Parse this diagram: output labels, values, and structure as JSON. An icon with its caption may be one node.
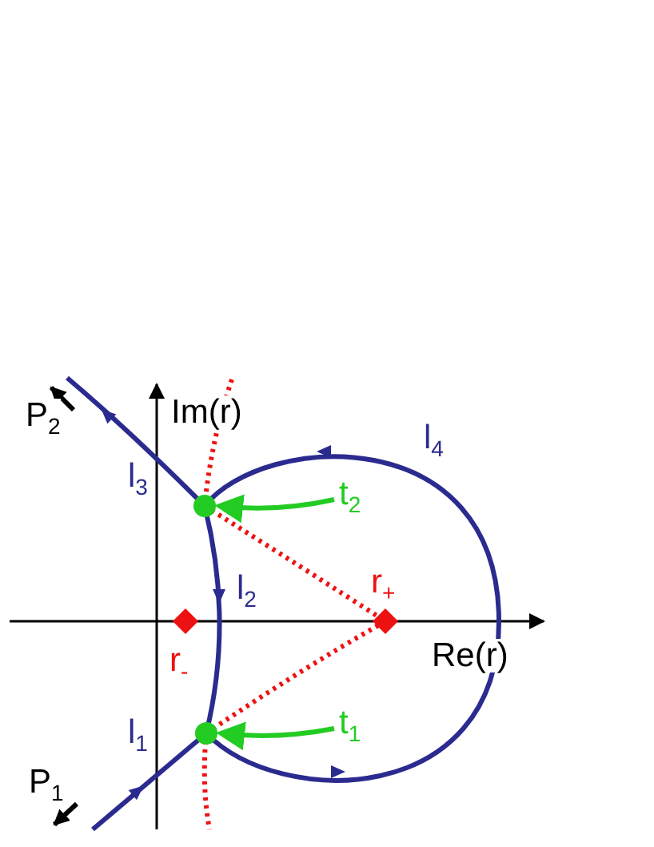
{
  "diagram": {
    "nodes": [
      {
        "text": [
          "t$_{2}$"
        ]
      },
      {
        "text": [],
        "shape": "circle"
      },
      {
        "text": [
          "t$_{1}$"
        ]
      },
      {
        "text": [],
        "shape": "circle"
      }
    ],
    "edges": [
      {
        "from": 0,
        "to": 1,
        "arrow": "to"
      },
      {
        "from": 2,
        "to": 3,
        "arrow": "to"
      }
    ],
    "labels": [
      "P$_{2}$",
      "Im(r)",
      "l$_{4}$",
      "l$_{3}$",
      "l$_{2}$",
      "r$_{+}$",
      "r$_{-}$",
      "Re(r)",
      "l$_{1}$",
      "P$_{1}$"
    ]
  }
}
